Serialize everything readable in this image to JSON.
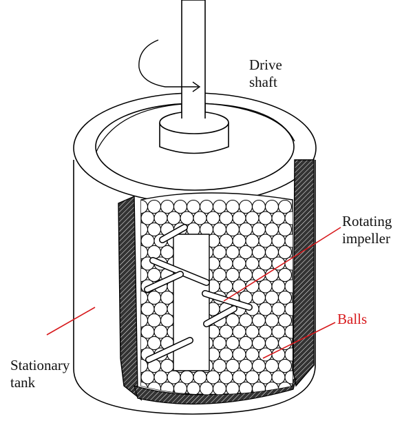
{
  "labels": {
    "drive_shaft": {
      "line1": "Drive",
      "line2": "shaft"
    },
    "rotating_impeller": {
      "line1": "Rotating",
      "line2": "impeller"
    },
    "balls": "Balls",
    "stationary_tank": {
      "line1": "Stationary",
      "line2": "tank"
    }
  },
  "colors": {
    "outline": "#000000",
    "hatch": "#333333",
    "leader_line": "#d7191c",
    "balls_label": "#d7191c",
    "ball_fill": "#ffffff"
  }
}
